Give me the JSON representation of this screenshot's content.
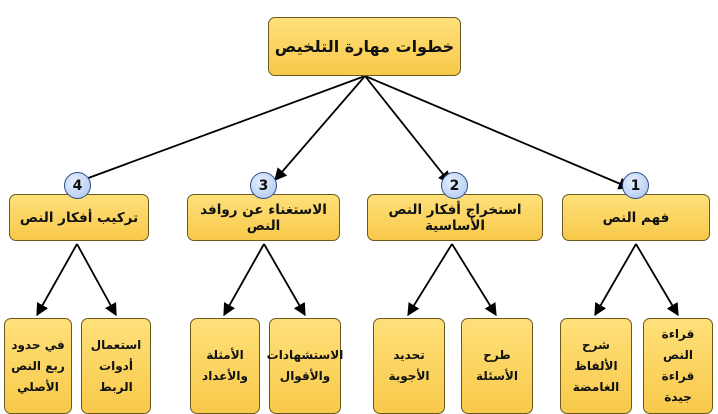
{
  "title": "خطوات مهارة التلخيص",
  "steps": [
    {
      "number": "1",
      "label": "فهم النص",
      "children": [
        "قراءة النص قراءة جيدة",
        "شرح الألفاظ الغامضة"
      ]
    },
    {
      "number": "2",
      "label": "استخراج أفكار النص الأساسية",
      "children": [
        "طرح الأسئلة",
        "تحديد الأجوبة"
      ]
    },
    {
      "number": "3",
      "label": "الاستغناء عن روافد النص",
      "children": [
        "الاستشهادات والأقوال",
        "الأمثلة والأعداد"
      ]
    },
    {
      "number": "4",
      "label": "تركيب أفكار النص",
      "children": [
        "استعمال أدوات الربط",
        "في حدود ربع النص الأصلي"
      ]
    }
  ],
  "colors": {
    "box_fill": "#f7c94a",
    "box_border": "#6b5a20",
    "badge_fill": "#a9c4ef",
    "arrow": "#000000"
  }
}
